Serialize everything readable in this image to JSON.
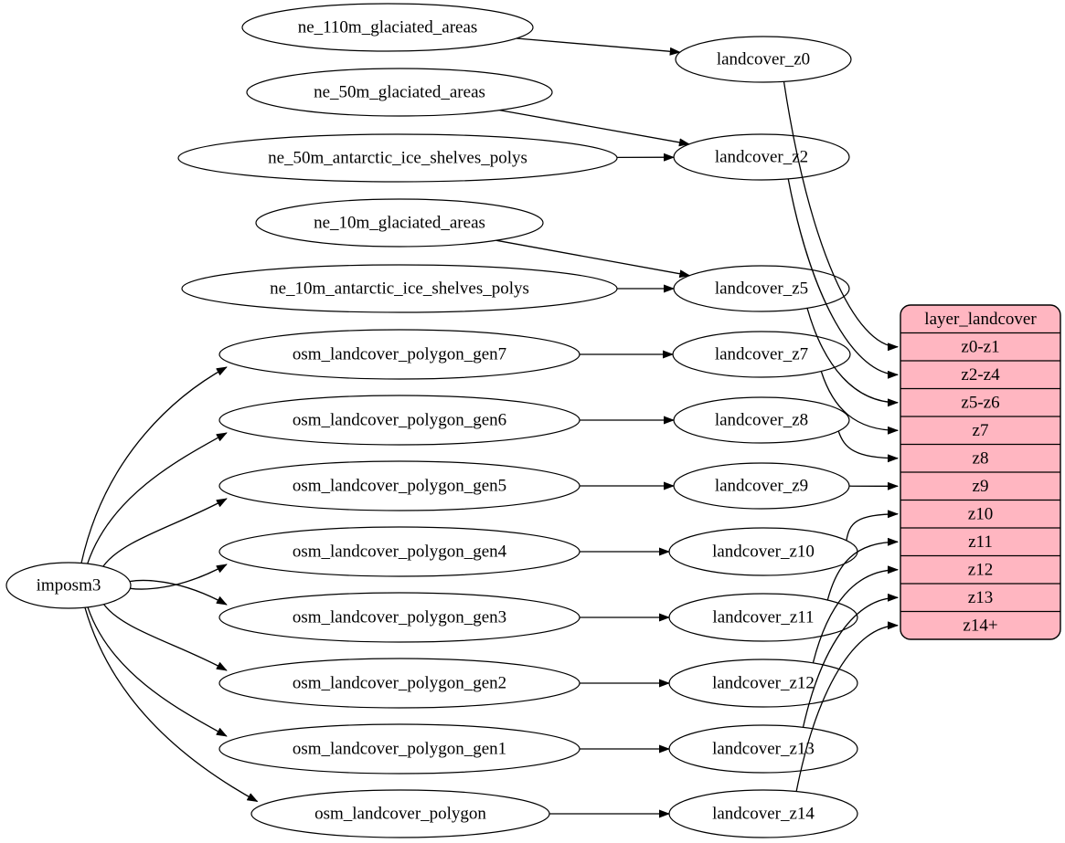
{
  "diagram": {
    "title": "landcover layer dependency graph",
    "colors": {
      "background": "#ffffff",
      "node_fill": "#ffffff",
      "node_stroke": "#000000",
      "edge": "#000000",
      "table_fill": "#ffb6c1",
      "table_stroke": "#000000"
    },
    "labels": {
      "imposm3": "imposm3",
      "ne_110m_glaciated_areas": "ne_110m_glaciated_areas",
      "ne_50m_glaciated_areas": "ne_50m_glaciated_areas",
      "ne_50m_antarctic_ice_shelves_polys": "ne_50m_antarctic_ice_shelves_polys",
      "ne_10m_glaciated_areas": "ne_10m_glaciated_areas",
      "ne_10m_antarctic_ice_shelves_polys": "ne_10m_antarctic_ice_shelves_polys",
      "osm_landcover_polygon_gen7": "osm_landcover_polygon_gen7",
      "osm_landcover_polygon_gen6": "osm_landcover_polygon_gen6",
      "osm_landcover_polygon_gen5": "osm_landcover_polygon_gen5",
      "osm_landcover_polygon_gen4": "osm_landcover_polygon_gen4",
      "osm_landcover_polygon_gen3": "osm_landcover_polygon_gen3",
      "osm_landcover_polygon_gen2": "osm_landcover_polygon_gen2",
      "osm_landcover_polygon_gen1": "osm_landcover_polygon_gen1",
      "osm_landcover_polygon": "osm_landcover_polygon",
      "landcover_z0": "landcover_z0",
      "landcover_z2": "landcover_z2",
      "landcover_z5": "landcover_z5",
      "landcover_z7": "landcover_z7",
      "landcover_z8": "landcover_z8",
      "landcover_z9": "landcover_z9",
      "landcover_z10": "landcover_z10",
      "landcover_z11": "landcover_z11",
      "landcover_z12": "landcover_z12",
      "landcover_z13": "landcover_z13",
      "landcover_z14": "landcover_z14"
    },
    "table": {
      "title": "layer_landcover",
      "rows": [
        "z0-z1",
        "z2-z4",
        "z5-z6",
        "z7",
        "z8",
        "z9",
        "z10",
        "z11",
        "z12",
        "z13",
        "z14+"
      ]
    },
    "edges": [
      {
        "from": "imposm3",
        "to": "osm_landcover_polygon_gen7"
      },
      {
        "from": "imposm3",
        "to": "osm_landcover_polygon_gen6"
      },
      {
        "from": "imposm3",
        "to": "osm_landcover_polygon_gen5"
      },
      {
        "from": "imposm3",
        "to": "osm_landcover_polygon_gen4"
      },
      {
        "from": "imposm3",
        "to": "osm_landcover_polygon_gen3"
      },
      {
        "from": "imposm3",
        "to": "osm_landcover_polygon_gen2"
      },
      {
        "from": "imposm3",
        "to": "osm_landcover_polygon_gen1"
      },
      {
        "from": "imposm3",
        "to": "osm_landcover_polygon"
      },
      {
        "from": "ne_110m_glaciated_areas",
        "to": "landcover_z0"
      },
      {
        "from": "ne_50m_glaciated_areas",
        "to": "landcover_z2"
      },
      {
        "from": "ne_50m_antarctic_ice_shelves_polys",
        "to": "landcover_z2"
      },
      {
        "from": "ne_10m_glaciated_areas",
        "to": "landcover_z5"
      },
      {
        "from": "ne_10m_antarctic_ice_shelves_polys",
        "to": "landcover_z5"
      },
      {
        "from": "osm_landcover_polygon_gen7",
        "to": "landcover_z7"
      },
      {
        "from": "osm_landcover_polygon_gen6",
        "to": "landcover_z8"
      },
      {
        "from": "osm_landcover_polygon_gen5",
        "to": "landcover_z9"
      },
      {
        "from": "osm_landcover_polygon_gen4",
        "to": "landcover_z10"
      },
      {
        "from": "osm_landcover_polygon_gen3",
        "to": "landcover_z11"
      },
      {
        "from": "osm_landcover_polygon_gen2",
        "to": "landcover_z12"
      },
      {
        "from": "osm_landcover_polygon_gen1",
        "to": "landcover_z13"
      },
      {
        "from": "osm_landcover_polygon",
        "to": "landcover_z14"
      },
      {
        "from": "landcover_z0",
        "to": "layer_landcover:z0-z1"
      },
      {
        "from": "landcover_z2",
        "to": "layer_landcover:z2-z4"
      },
      {
        "from": "landcover_z5",
        "to": "layer_landcover:z5-z6"
      },
      {
        "from": "landcover_z7",
        "to": "layer_landcover:z7"
      },
      {
        "from": "landcover_z8",
        "to": "layer_landcover:z8"
      },
      {
        "from": "landcover_z9",
        "to": "layer_landcover:z9"
      },
      {
        "from": "landcover_z10",
        "to": "layer_landcover:z10"
      },
      {
        "from": "landcover_z11",
        "to": "layer_landcover:z11"
      },
      {
        "from": "landcover_z12",
        "to": "layer_landcover:z12"
      },
      {
        "from": "landcover_z13",
        "to": "layer_landcover:z13"
      },
      {
        "from": "landcover_z14",
        "to": "layer_landcover:z14+"
      }
    ]
  }
}
